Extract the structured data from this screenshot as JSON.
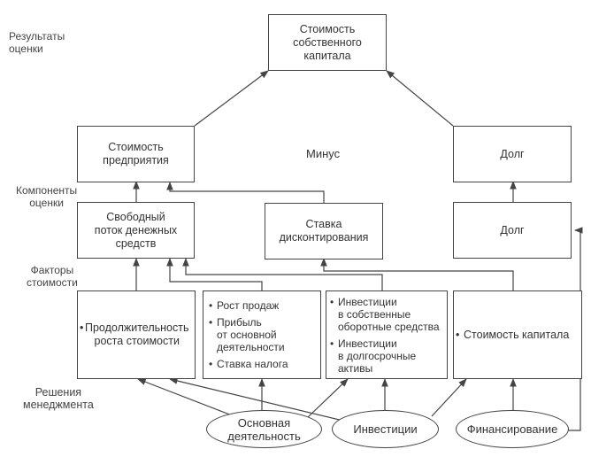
{
  "labels": {
    "results": "Результаты\nоценки",
    "components": "Компоненты\nоценки",
    "factors": "Факторы\nстоимости",
    "decisions": "Решения\nменеджмента"
  },
  "boxes": {
    "equity_value": "Стоимость\nсобственного\nкапитала",
    "enterprise_value": "Стоимость\nпредприятия",
    "minus": "Минус",
    "debt_top": "Долг",
    "free_cash_flow": "Свободный\nпоток денежных\nсредств",
    "discount_rate": "Ставка\nдисконтирования",
    "debt_mid": "Долг",
    "value_growth": "Продолжительность\nроста стоимости",
    "operating_factors": [
      "Рост продаж",
      "Прибыль\nот основной\nдеятельности",
      "Ставка налога"
    ],
    "investment_factors": [
      "Инвестиции\nв собственные\nоборотные средства",
      "Инвестиции\nв долгосрочные\nактивы"
    ],
    "cost_of_capital": "Стоимость капитала"
  },
  "decisions": {
    "operating": "Основная\nдеятельность",
    "investments": "Инвестиции",
    "financing": "Финансирование"
  }
}
